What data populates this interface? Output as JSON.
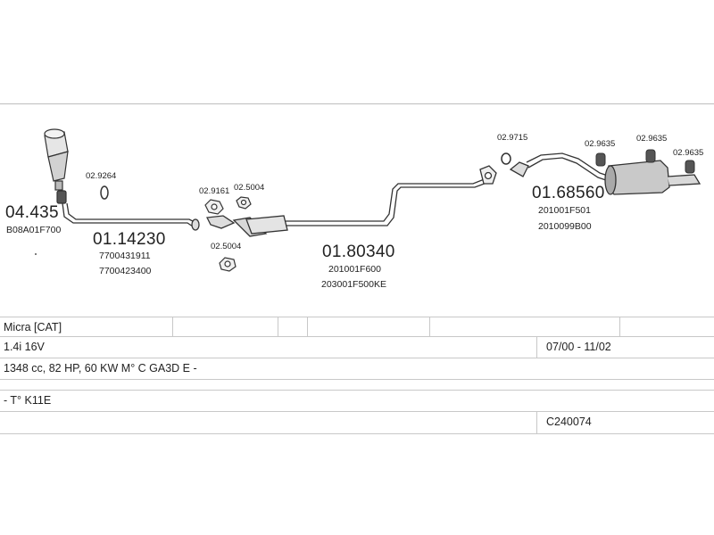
{
  "parts": {
    "catalyst": {
      "code": "04.435",
      "ref": "B08A01F700"
    },
    "clamp_front": {
      "code": "02.9264"
    },
    "front_pipe": {
      "code": "01.14230",
      "refs": [
        "7700431911",
        "7700423400"
      ]
    },
    "gasket_a": {
      "code": "02.9161"
    },
    "gasket_b": {
      "code": "02.5004"
    },
    "gasket_c": {
      "code": "02.5004"
    },
    "centre_pipe": {
      "code": "01.80340",
      "refs": [
        "201001F600",
        "203001F500KE"
      ]
    },
    "clamp_mid": {
      "code": "02.9715"
    },
    "hanger_1": {
      "code": "02.9635"
    },
    "hanger_2": {
      "code": "02.9635"
    },
    "hanger_3": {
      "code": "02.9635"
    },
    "rear_silencer": {
      "code": "01.68560",
      "refs": [
        "201001F501",
        "2010099B00"
      ]
    }
  },
  "specs": {
    "model": "Micra [CAT]",
    "engine": "1.4i 16V",
    "date_range": "07/00 - 11/02",
    "details": "1348 cc, 82 HP, 60 KW M° C GA3D E -",
    "type": "- T° K11E",
    "catalog_code": "C240074"
  }
}
